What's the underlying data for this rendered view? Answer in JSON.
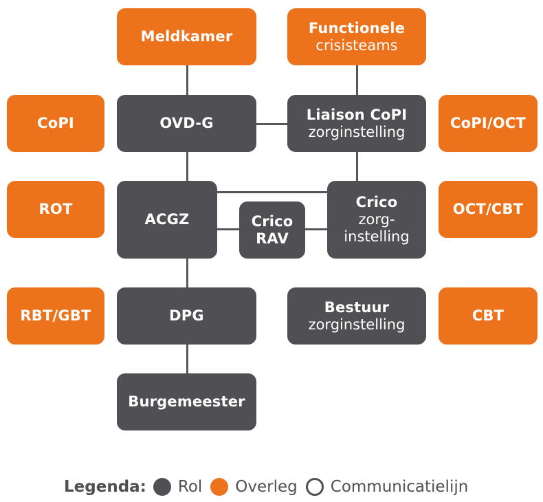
{
  "colors": {
    "role": "#505054",
    "overleg": "#ec731c",
    "line": "#57575b"
  },
  "nodes": {
    "meldkamer": {
      "line1": "Meldkamer",
      "type": "overleg"
    },
    "functionele": {
      "line1": "Functionele",
      "line2": "crisisteams",
      "type": "overleg"
    },
    "copi": {
      "line1": "CoPI",
      "type": "overleg"
    },
    "ovdg": {
      "line1": "OVD-G",
      "type": "rol"
    },
    "liaison": {
      "line1": "Liaison CoPI",
      "line2": "zorginstelling",
      "type": "rol"
    },
    "copi_oct": {
      "line1": "CoPI/OCT",
      "type": "overleg"
    },
    "rot": {
      "line1": "ROT",
      "type": "overleg"
    },
    "acgz": {
      "line1": "ACGZ",
      "type": "rol"
    },
    "crico_rav": {
      "line1": "Crico",
      "line2": "RAV",
      "type": "rol"
    },
    "crico_zorg": {
      "line1": "Crico",
      "line2": "zorg-",
      "line3": "instelling",
      "type": "rol"
    },
    "oct_cbt": {
      "line1": "OCT/CBT",
      "type": "overleg"
    },
    "rbt_gbt": {
      "line1": "RBT/GBT",
      "type": "overleg"
    },
    "dpg": {
      "line1": "DPG",
      "type": "rol"
    },
    "bestuur": {
      "line1": "Bestuur",
      "line2": "zorginstelling",
      "type": "rol"
    },
    "cbt": {
      "line1": "CBT",
      "type": "overleg"
    },
    "burgemeester": {
      "line1": "Burgemeester",
      "type": "rol"
    }
  },
  "edges": [
    [
      "meldkamer",
      "ovdg"
    ],
    [
      "ovdg",
      "acgz"
    ],
    [
      "acgz",
      "dpg"
    ],
    [
      "dpg",
      "burgemeester"
    ],
    [
      "functionele",
      "liaison"
    ],
    [
      "liaison",
      "crico_zorg"
    ],
    [
      "ovdg",
      "liaison"
    ],
    [
      "acgz",
      "crico_zorg"
    ],
    [
      "acgz",
      "crico_rav"
    ],
    [
      "crico_rav",
      "crico_zorg"
    ]
  ],
  "legend": {
    "label": "Legenda:",
    "items": [
      {
        "name": "Rol",
        "style": "filled-dark"
      },
      {
        "name": "Overleg",
        "style": "filled-orange"
      },
      {
        "name": "Communicatielijn",
        "style": "outline"
      }
    ]
  }
}
